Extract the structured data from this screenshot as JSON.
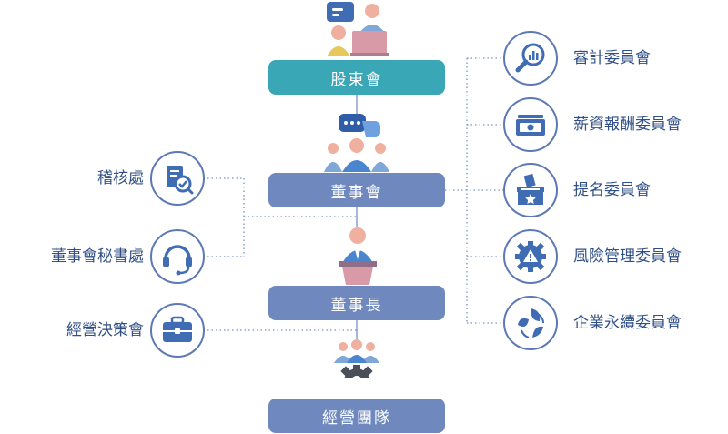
{
  "main_nodes": {
    "shareholders": "股東會",
    "board": "董事會",
    "chairman": "董事長",
    "management": "經營團隊"
  },
  "left_units": [
    {
      "label": "稽核處",
      "icon": "document-check-icon"
    },
    {
      "label": "董事會秘書處",
      "icon": "headset-icon"
    },
    {
      "label": "經營決策會",
      "icon": "briefcase-icon"
    }
  ],
  "committees": [
    {
      "label": "審計委員會",
      "icon": "magnifier-chart-icon"
    },
    {
      "label": "薪資報酬委員會",
      "icon": "cash-icon"
    },
    {
      "label": "提名委員會",
      "icon": "ballot-box-icon"
    },
    {
      "label": "風險管理委員會",
      "icon": "gear-warning-icon"
    },
    {
      "label": "企業永續委員會",
      "icon": "leaves-icon"
    }
  ],
  "colors": {
    "teal": "#3aa7b6",
    "node_blue": "#6f89be",
    "icon_blue": "#3f6cb3",
    "label_text": "#2f4f86",
    "dotted_line": "#7a93c4"
  }
}
